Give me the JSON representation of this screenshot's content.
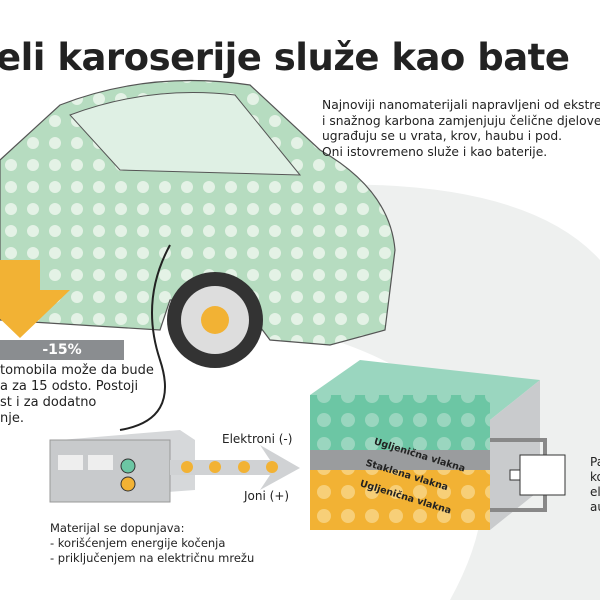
{
  "title": "eli karoserije služe kao bate",
  "description": [
    "Najnoviji nanomaterijali napravljeni od ekstrem",
    "i snažnog karbona zamjenjuju čelične djelove",
    "ugrađuju se u vrata, krov, haubu i pod.",
    "Oni istovremeno služe i kao baterije."
  ],
  "weight_reduction": "-15%",
  "left_text": [
    "tomobila može da bude",
    "a za 15 odsto. Postoji",
    "st i za dodatno",
    "nje."
  ],
  "labels": {
    "electrons": "Elektroni (-)",
    "ions": "Joni (+)"
  },
  "layers": [
    "Ugljenična vlakna",
    "Staklena vlakna",
    "Ugljenična vlakna"
  ],
  "refill": [
    "Materijal se dopunjava:",
    "- korišćenjem energije kočenja",
    "- priključenjem na električnu mrežu"
  ],
  "right_text": [
    "Pa",
    "ko",
    "el",
    "au"
  ],
  "colors": {
    "green": "#6cc6a4",
    "orange": "#f2b234",
    "gray": "#8a8d90"
  }
}
